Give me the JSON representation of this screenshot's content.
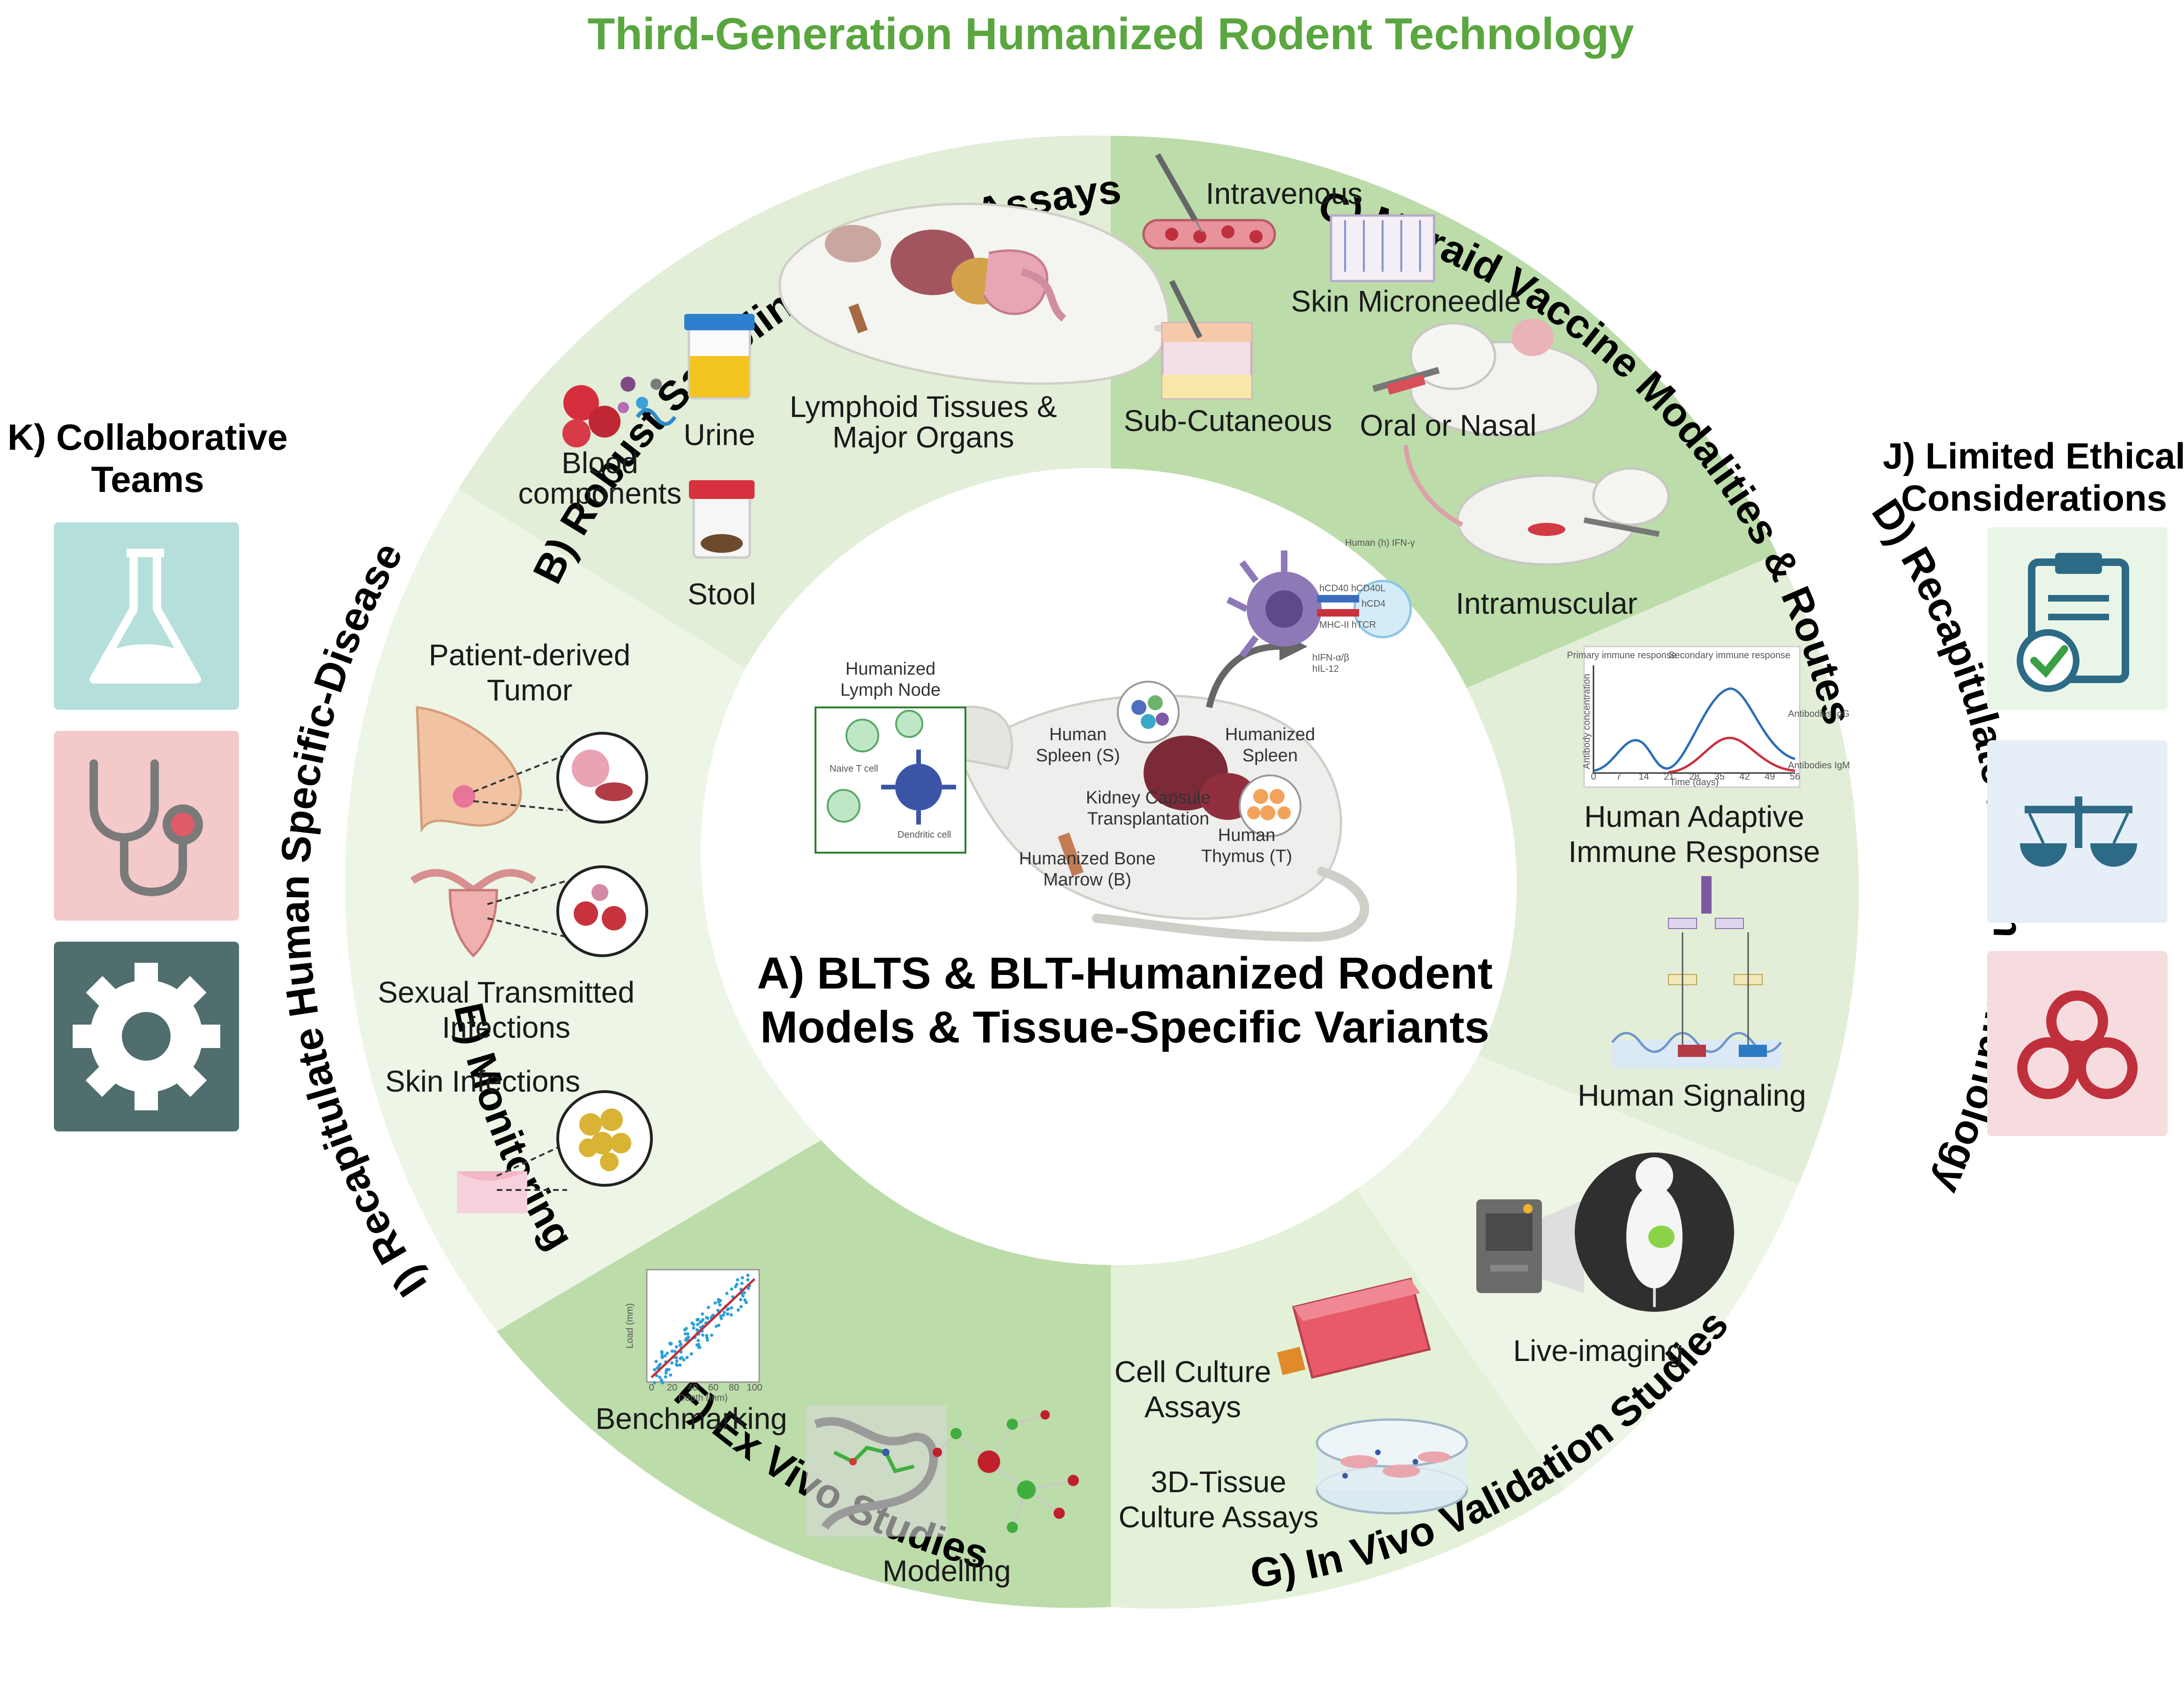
{
  "title": "Third-Generation Humanized Rodent Technology",
  "colors": {
    "title_green": "#5aa63f",
    "sector_light": "#edf5e6",
    "sector_mid": "#e2eed8",
    "sector_strong": "#bcdcaa",
    "teal_tile": "#b5dfdb",
    "pink_tile": "#f3c9ca",
    "dark_tile": "#4f6e6d",
    "ethics_green": "#e9f6e7",
    "ethics_blue": "#e6eef8",
    "ethics_red": "#f6dcdf"
  },
  "center": {
    "line1": "A) BLTS & BLT-Humanized Rodent",
    "line2": "Models  & Tissue-Specific Variants",
    "lymph_node_l1": "Humanized",
    "lymph_node_l2": "Lymph Node",
    "naive_t_cell": "Naive T cell",
    "dendritic_cell": "Dendritic cell",
    "spleen_s_l1": "Human",
    "spleen_s_l2": "Spleen (S)",
    "kidney_l1": "Kidney Capsule",
    "kidney_l2": "Transplantation",
    "hum_spleen_l1": "Humanized",
    "hum_spleen_l2": "Spleen",
    "bone_marrow_l1": "Humanized  Bone",
    "bone_marrow_l2": "Marrow (B)",
    "thymus_l1": "Human",
    "thymus_l2": "Thymus (T)",
    "ifn": "Human (h) IFN-γ",
    "cd40": "hCD40 hCD40L",
    "cd4": "hCD4",
    "mhc": "MHC-II hTCR",
    "nfkb_l1": "hIFN-α/β",
    "nfkb_l2": "hIL-12"
  },
  "sections": {
    "b": {
      "title": "B) Robust Sampling/Multiple Assays",
      "urine": "Urine",
      "blood_l1": "Blood",
      "blood_l2": "components",
      "lymphoid_l1": "Lymphoid Tissues &",
      "lymphoid_l2": "Major Organs",
      "stool": "Stool"
    },
    "c": {
      "title": "C) Myraid Vaccine Modalities & Routes",
      "intravenous": "Intravenous",
      "microneedle": "Skin Microneedle",
      "subcutaneous": "Sub-Cutaneous",
      "oral_nasal": "Oral or Nasal",
      "intramuscular": "Intramuscular"
    },
    "d": {
      "title": "D) Recapitulate Human Immunology",
      "adaptive_l1": "Human Adaptive",
      "adaptive_l2": "Immune Response",
      "signaling": "Human Signaling",
      "primary": "Primary immune response",
      "secondary": "Secondary immune response",
      "xlabel": "Time (days)",
      "ylabel": "Antibody concentration",
      "igg": "Antibodies IgG",
      "igm": "Antibodies IgM",
      "ticks": [
        "0",
        "7",
        "14",
        "21",
        "28",
        "35",
        "42",
        "49",
        "56"
      ]
    },
    "e": {
      "title": "E) Monitoring",
      "live_imaging": "Live-imaging"
    },
    "f": {
      "title": "F) Ex Vivo Studies",
      "cell_l1": "Cell Culture",
      "cell_l2": "Assays",
      "tissue_l1": "3D-Tissue",
      "tissue_l2": "Culture Assays"
    },
    "g": {
      "title": "G) In Vivo Validation Studies",
      "benchmarking": "Benchmarking",
      "modelling": "Modelling",
      "xlabel": "Depth (mm)",
      "ylabel": "Load (mm)",
      "ticks": [
        "0",
        "20",
        "40",
        "60",
        "80",
        "100"
      ]
    },
    "i": {
      "title": "I) Recapitulate Human Specific-Disease",
      "tumor_l1": "Patient-derived",
      "tumor_l2": "Tumor",
      "sti_l1": "Sexual Transmitted",
      "sti_l2": "Infections",
      "skin": "Skin Infections"
    },
    "k": {
      "title_l1": "K) Collaborative",
      "title_l2": "Teams",
      "icons": [
        "flask-icon",
        "stethoscope-icon",
        "gear-icon"
      ]
    },
    "j": {
      "title_l1": "J) Limited Ethical",
      "title_l2": "Considerations",
      "icons": [
        "clipboard-check-icon",
        "scales-icon",
        "biohazard-icon"
      ]
    }
  }
}
